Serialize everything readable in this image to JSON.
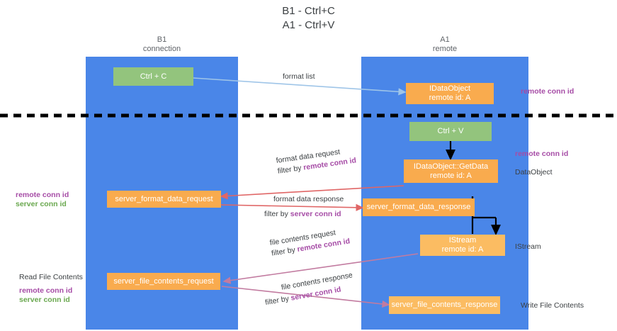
{
  "title": "B1 - Ctrl+C\nA1 - Ctrl+V",
  "columns": [
    {
      "name": "b1",
      "header": "B1\nconnection"
    },
    {
      "name": "a1",
      "header": "A1\nremote"
    }
  ],
  "nodes": {
    "ctrl_c": "Ctrl + C",
    "idataobject": "IDataObject\nremote id: A",
    "ctrl_v": "Ctrl + V",
    "getdata": "IDataObject::GetData\nremote id: A",
    "server_format_data_request": "server_format_data_request",
    "server_format_data_response": "server_format_data_response",
    "istream": "IStream\nremote id: A",
    "server_file_contents_request": "server_file_contents_request",
    "server_file_contents_response": "server_file_contents_response"
  },
  "edge_labels": {
    "format_list": "format list",
    "format_data_request": "format data request",
    "format_data_request_filter_prefix": "filter by ",
    "format_data_request_filter_key": "remote conn id",
    "format_data_response": "format data response",
    "format_data_response_filter_prefix": "filter by ",
    "format_data_response_filter_key": "server conn id",
    "file_contents_request": "file contents request",
    "file_contents_request_filter_prefix": "filter by ",
    "file_contents_request_filter_key": "remote conn id",
    "file_contents_response": "file contents response",
    "file_contents_response_filter_prefix": "filter by ",
    "file_contents_response_filter_key": "server conn id"
  },
  "side_notes": {
    "right_remote_conn_id_top": "remote conn id",
    "right_remote_conn_id_mid": "remote conn id",
    "right_dataobject": "DataObject",
    "right_istream": "IStream",
    "right_write_file_contents": "Write File Contents",
    "left_remote_conn_id": "remote conn id",
    "left_server_conn_id": "server conn id",
    "left_read_file_contents": "Read File Contents",
    "left_remote_conn_id_2": "remote conn id",
    "left_server_conn_id_2": "server conn id"
  },
  "colors": {
    "lane": "#4a86e8",
    "green_node": "#93c47d",
    "orange_node": "#f9ab4e",
    "purple_text": "#a64ca6",
    "green_text": "#6aa84f",
    "blue_arrow": "#9fc5e8",
    "red_arrow": "#e06666",
    "magenta_arrow": "#c27ba0",
    "black": "#000000",
    "background": "#ffffff"
  },
  "divider": {
    "name": "dashed-separator",
    "style": "thick dashed black horizontal line"
  }
}
